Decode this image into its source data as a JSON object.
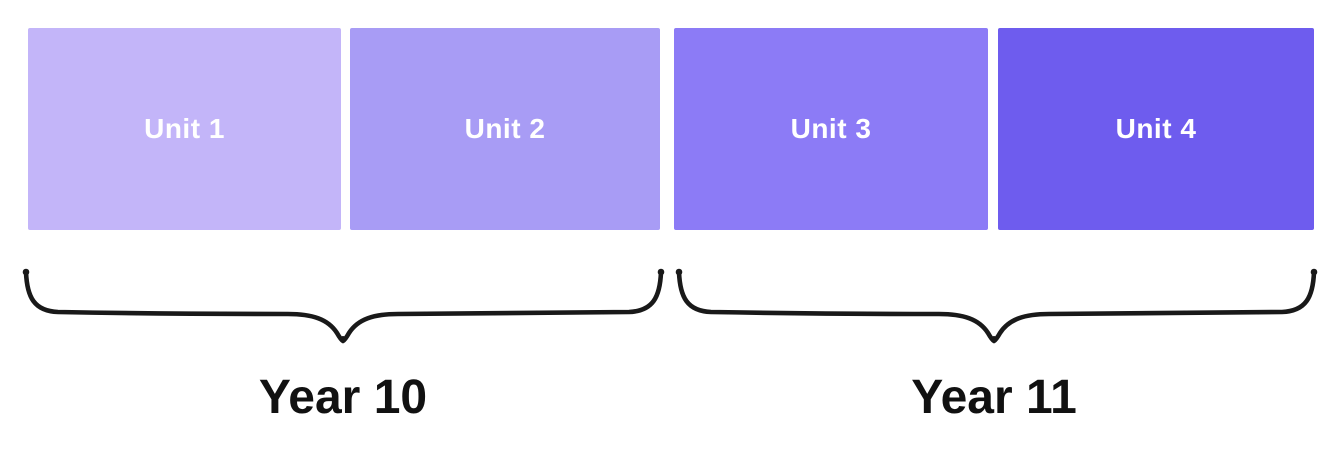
{
  "units": [
    {
      "label": "Unit 1",
      "color": "#c3b5f9",
      "text_color": "#ffffff"
    },
    {
      "label": "Unit 2",
      "color": "#a89cf5",
      "text_color": "#ffffff"
    },
    {
      "label": "Unit 3",
      "color": "#8c7bf6",
      "text_color": "#ffffff"
    },
    {
      "label": "Unit 4",
      "color": "#6e5cee",
      "text_color": "#ffffff"
    }
  ],
  "year_groups": [
    {
      "label": "Year 10",
      "covers": [
        "Unit 1",
        "Unit 2"
      ]
    },
    {
      "label": "Year 11",
      "covers": [
        "Unit 3",
        "Unit 4"
      ]
    }
  ],
  "colors": {
    "background": "#ffffff",
    "brace": "#191919",
    "year_label": "#111111"
  }
}
